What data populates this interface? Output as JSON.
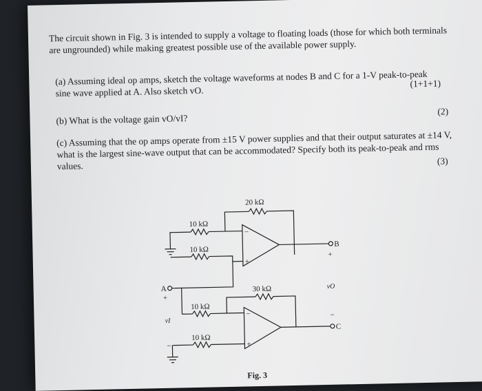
{
  "intro": "The circuit shown in Fig. 3 is intended to supply a voltage to floating loads (those for which both terminals are ungrounded) while making greatest possible use of the available power supply.",
  "questions": [
    {
      "label": "(a)",
      "text": "Assuming ideal op amps, sketch the voltage waveforms at nodes B and C for a 1-V peak-to-peak sine wave applied at A. Also sketch vO.",
      "marks": "(1+1+1)"
    },
    {
      "label": "(b)",
      "text": "What is the voltage gain vO/vI?",
      "marks": "(2)"
    },
    {
      "label": "(c)",
      "text": "Assuming that the op amps operate from ±15 V power supplies and that their output saturates at ±14 V, what is the largest sine-wave output that can be accommodated? Specify both its peak-to-peak and rms values.",
      "marks": "(3)"
    }
  ],
  "figure": {
    "caption": "Fig. 3",
    "resistors": [
      "20 kΩ",
      "10 kΩ",
      "10 kΩ",
      "30 kΩ",
      "10 kΩ",
      "10 kΩ"
    ],
    "node_a": "A",
    "node_b": "B",
    "node_c": "C",
    "vi_label": "vI",
    "vo_label": "vO",
    "plus": "+",
    "minus": "−"
  }
}
